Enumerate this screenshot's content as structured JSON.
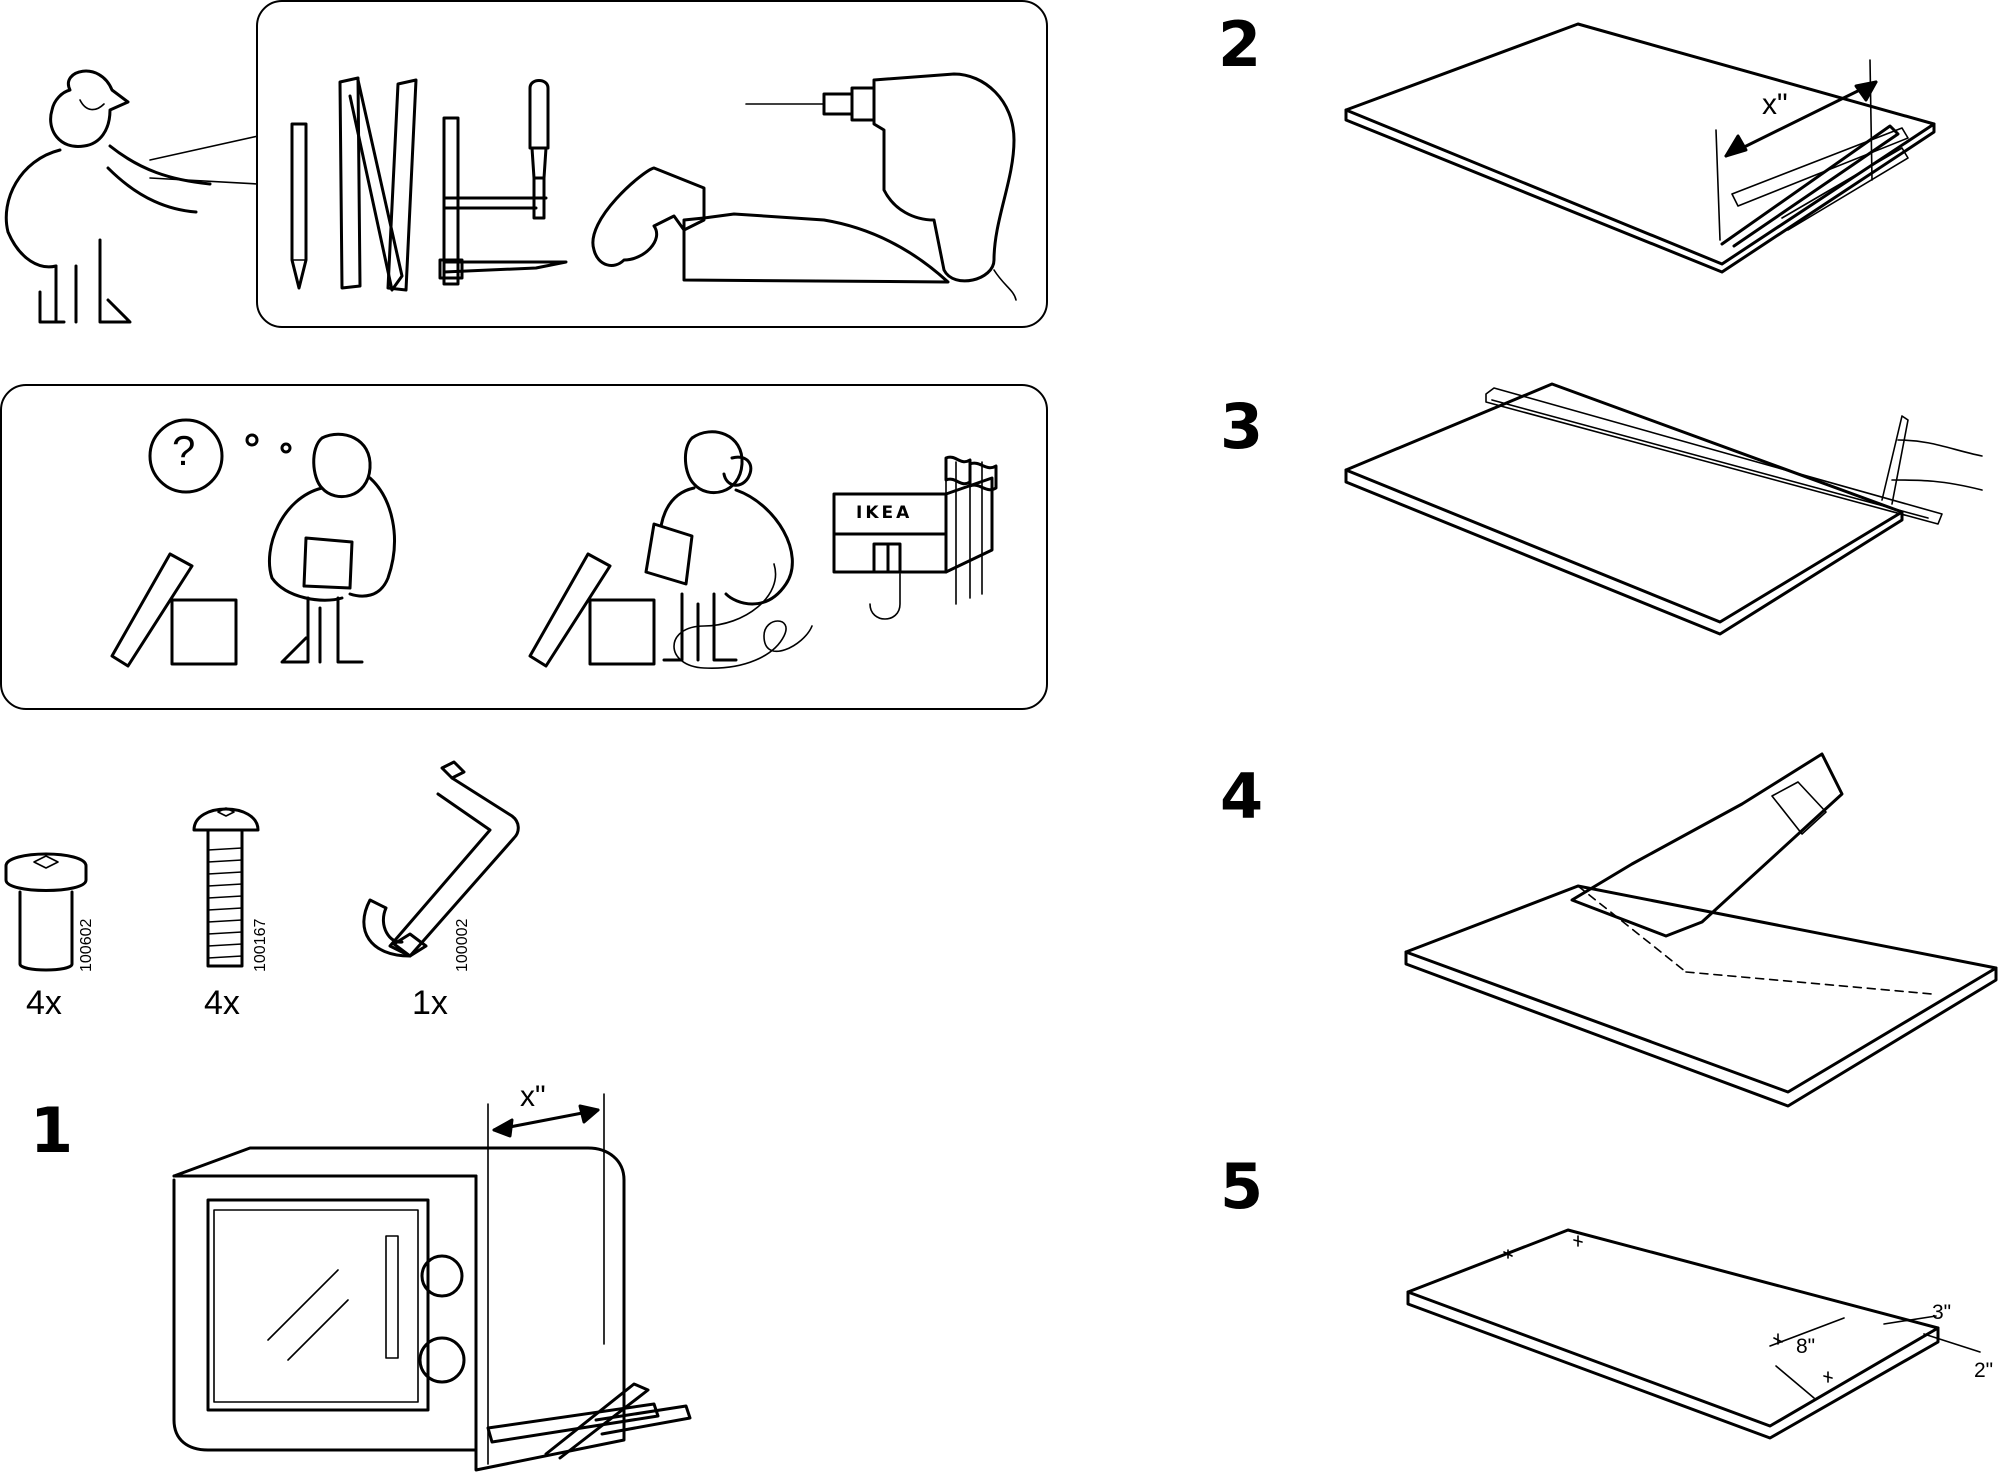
{
  "tools": {
    "items": [
      "pencil-icon",
      "folding-ruler-icon",
      "clamp-icon",
      "hand-saw-icon",
      "power-drill-icon"
    ]
  },
  "help": {
    "question_mark": "?",
    "store_sign": "IKEA"
  },
  "parts": [
    {
      "icon": "barrel-nut-icon",
      "number": "100602",
      "quantity": "4x"
    },
    {
      "icon": "bolt-icon",
      "number": "100167",
      "quantity": "4x"
    },
    {
      "icon": "allen-key-icon",
      "number": "100002",
      "quantity": "1x"
    }
  ],
  "steps": [
    {
      "number": "1",
      "dimension": "x\""
    },
    {
      "number": "2",
      "dimension": "x\""
    },
    {
      "number": "3"
    },
    {
      "number": "4"
    },
    {
      "number": "5",
      "dimensions": [
        "3\"",
        "8\"",
        "2\""
      ]
    }
  ]
}
